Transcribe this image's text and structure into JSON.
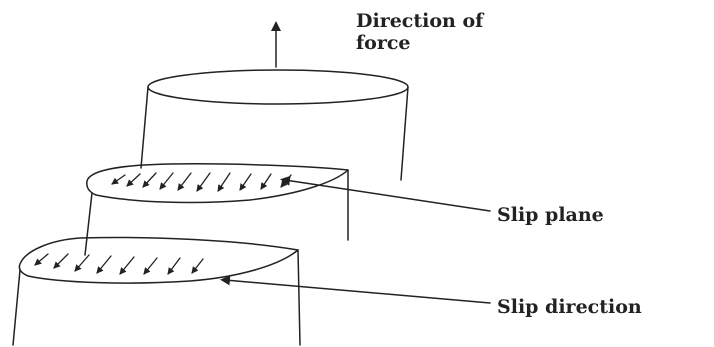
{
  "labels": {
    "force_line1": "Direction of",
    "force_line2": "force",
    "slip_plane": "Slip plane",
    "slip_direction": "Slip direction"
  },
  "colors": {
    "ink": "#222222",
    "background": "#ffffff"
  }
}
